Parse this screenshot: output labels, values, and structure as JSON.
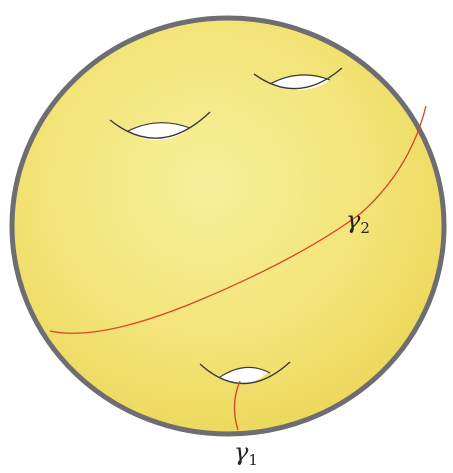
{
  "diagram": {
    "labels": {
      "gamma1": {
        "symbol": "γ",
        "subscript": "1"
      },
      "gamma2": {
        "symbol": "γ",
        "subscript": "2"
      }
    },
    "colors": {
      "surface_fill": "#f3e57a",
      "surface_fill_light": "#f8ef9c",
      "surface_outline": "#6e6e72",
      "curve": "#d8412a",
      "hole_fill": "#ffffff",
      "hole_edge": "#3a3a3a"
    },
    "holes": 3
  }
}
